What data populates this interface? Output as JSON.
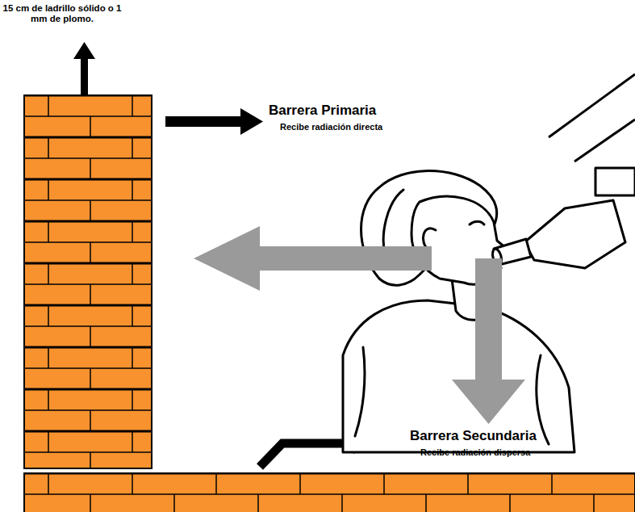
{
  "diagram": {
    "labels": [
      "15 cm de ladrillo sólido o 1 mm de plomo.",
      "Barrera Primaria",
      "Recibe radiación directa",
      "Barrera Secundaria",
      "Recibe radiación dispersa"
    ]
  }
}
